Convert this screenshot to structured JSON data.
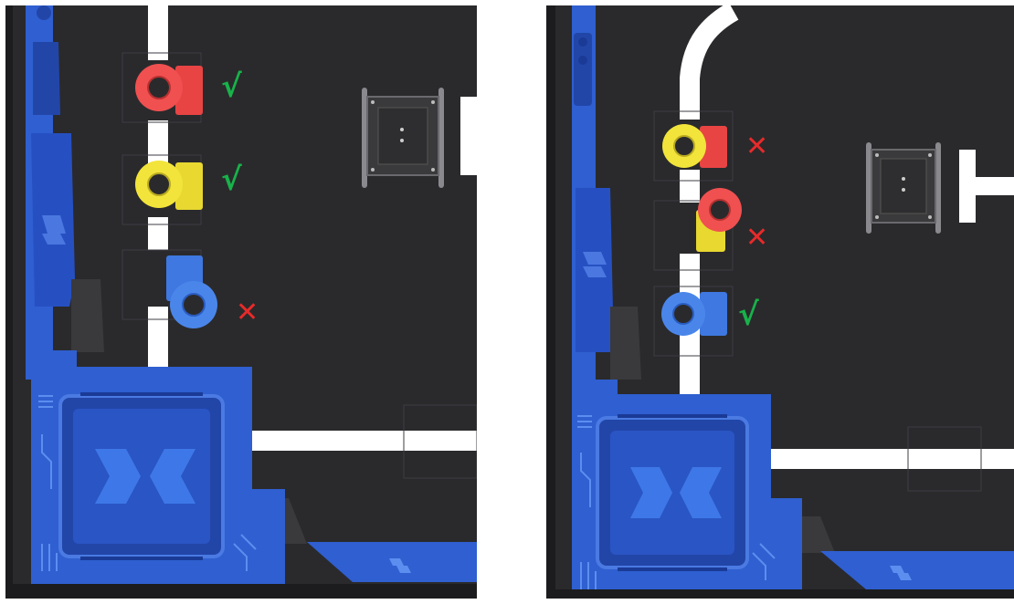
{
  "colors": {
    "mat_background": "#2a2a2c",
    "board_blue": "#2f5fd0",
    "board_dark_blue": "#2246a8",
    "track_white": "#ffffff",
    "ring_red": "#f05050",
    "ring_yellow": "#f2e43a",
    "ring_blue": "#4a86ea",
    "check_green": "#18b24a",
    "cross_red": "#e82a2a"
  },
  "panels": [
    {
      "id": "left",
      "rings": [
        {
          "color": "red",
          "result": "correct"
        },
        {
          "color": "yellow",
          "result": "correct"
        },
        {
          "color": "blue",
          "result": "wrong"
        }
      ]
    },
    {
      "id": "right",
      "rings": [
        {
          "color": "yellow",
          "result": "wrong"
        },
        {
          "color": "red",
          "result": "wrong"
        },
        {
          "color": "blue",
          "result": "correct"
        }
      ]
    }
  ],
  "icons": {
    "correct": "check-icon",
    "wrong": "cross-icon"
  }
}
